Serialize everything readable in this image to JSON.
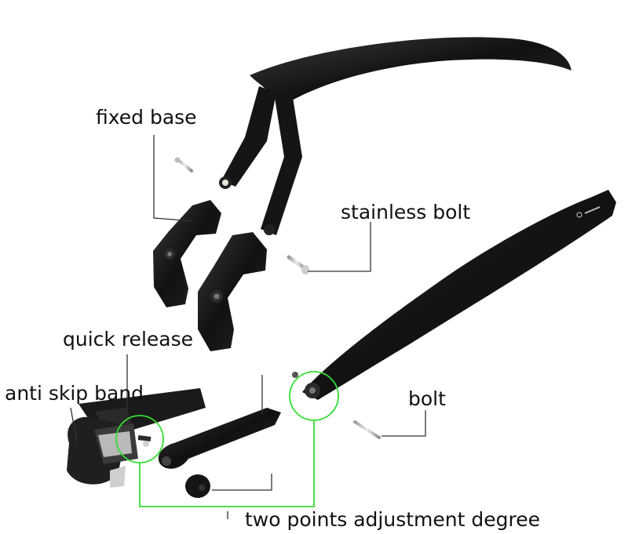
{
  "callouts": {
    "fixed_base": "fixed base",
    "stainless_bolt": "stainless bolt",
    "quick_release": "quick release",
    "anti_skip_band": "anti skip band",
    "bolt": "bolt",
    "two_points": "two points adjustment degree"
  },
  "colors": {
    "background": "#ffffff",
    "part": "#1a1a1a",
    "leader_line": "#333333",
    "highlight_circle": "#33dd33",
    "metal": "#c8c8c8"
  },
  "icons": {
    "front_fender": "curved-fender-blade",
    "fixed_base": "bracket-pair",
    "stainless_bolt": "screw",
    "rear_fender": "long-fender-blade",
    "strut": "connecting-arm",
    "quick_release": "clamp-with-strap",
    "bolt": "pin-bolt"
  }
}
